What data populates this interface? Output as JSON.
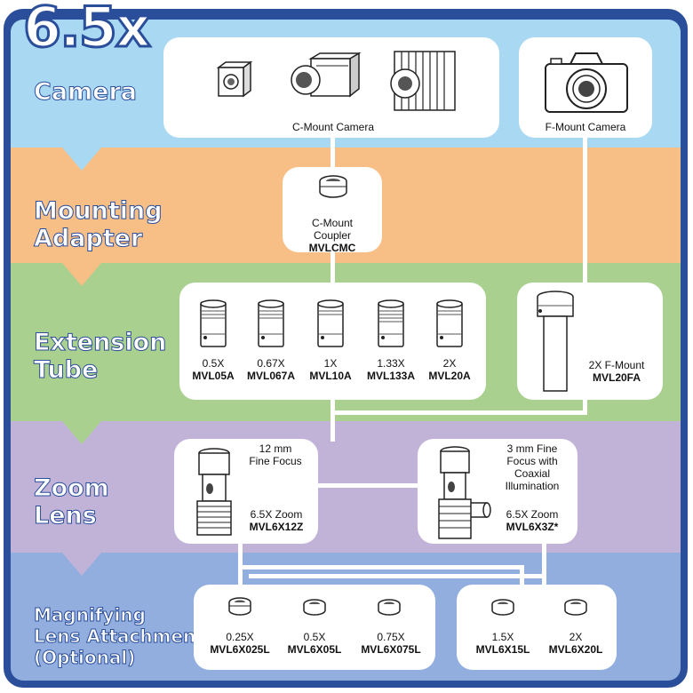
{
  "title": "6.5x",
  "bands": {
    "camera": "Camera",
    "adapter": "Mounting\nAdapter",
    "tube": "Extension\nTube",
    "zoom": "Zoom\nLens",
    "mag": "Magnifying\nLens Attachment\n(Optional)"
  },
  "cameras": {
    "cmount": "C-Mount Camera",
    "fmount": "F-Mount Camera"
  },
  "adapter": {
    "name": "C-Mount\nCoupler",
    "code": "MVLCMC"
  },
  "tubes": [
    {
      "mag": "0.5X",
      "code": "MVL05A"
    },
    {
      "mag": "0.67X",
      "code": "MVL067A"
    },
    {
      "mag": "1X",
      "code": "MVL10A"
    },
    {
      "mag": "1.33X",
      "code": "MVL133A"
    },
    {
      "mag": "2X",
      "code": "MVL20A"
    }
  ],
  "ftube": {
    "mag": "2X F-Mount",
    "code": "MVL20FA"
  },
  "zoom1": {
    "feature": "12 mm\nFine Focus",
    "name": "6.5X Zoom",
    "code": "MVL6X12Z"
  },
  "zoom2": {
    "feature": "3 mm Fine\nFocus with\nCoaxial\nIllumination",
    "name": "6.5X Zoom",
    "code": "MVL6X3Z*"
  },
  "attachments": [
    {
      "mag": "0.25X",
      "code": "MVL6X025L"
    },
    {
      "mag": "0.5X",
      "code": "MVL6X05L"
    },
    {
      "mag": "0.75X",
      "code": "MVL6X075L"
    },
    {
      "mag": "1.5X",
      "code": "MVL6X15L"
    },
    {
      "mag": "2X",
      "code": "MVL6X20L"
    }
  ]
}
